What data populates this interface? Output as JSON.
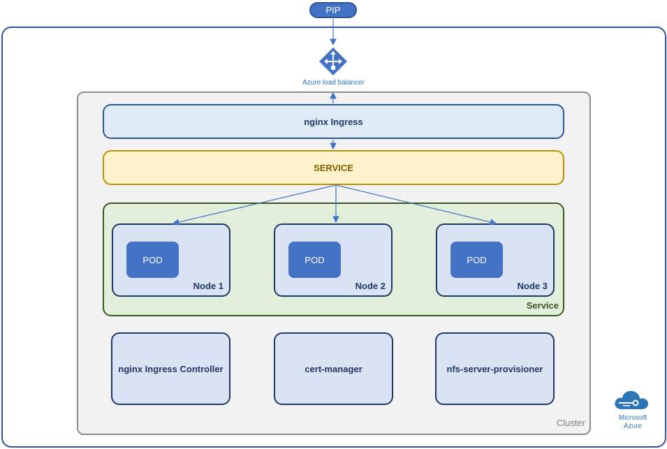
{
  "pip": {
    "label": "PIP"
  },
  "load_balancer": {
    "label": "Azure load balancer"
  },
  "ingress": {
    "label": "nginx Ingress"
  },
  "service": {
    "label": "SERVICE"
  },
  "service_group": {
    "label": "Service"
  },
  "nodes": [
    {
      "label": "Node 1",
      "pod": "POD"
    },
    {
      "label": "Node 2",
      "pod": "POD"
    },
    {
      "label": "Node 3",
      "pod": "POD"
    }
  ],
  "components": [
    {
      "label": "nginx Ingress Controller"
    },
    {
      "label": "cert-manager"
    },
    {
      "label": "nfs-server-provisioner"
    }
  ],
  "cluster": {
    "label": "Cluster"
  },
  "azure_logo": {
    "line1": "Microsoft",
    "line2": "Azure",
    "icon": "azure-cloud-icon"
  },
  "colors": {
    "primary_blue": "#4472c4",
    "dark_blue": "#1f3864",
    "arrow_blue": "#4472c4",
    "service_yellow": "#fff2cc",
    "service_green": "#e2efda",
    "cluster_gray": "#f2f2f2"
  }
}
